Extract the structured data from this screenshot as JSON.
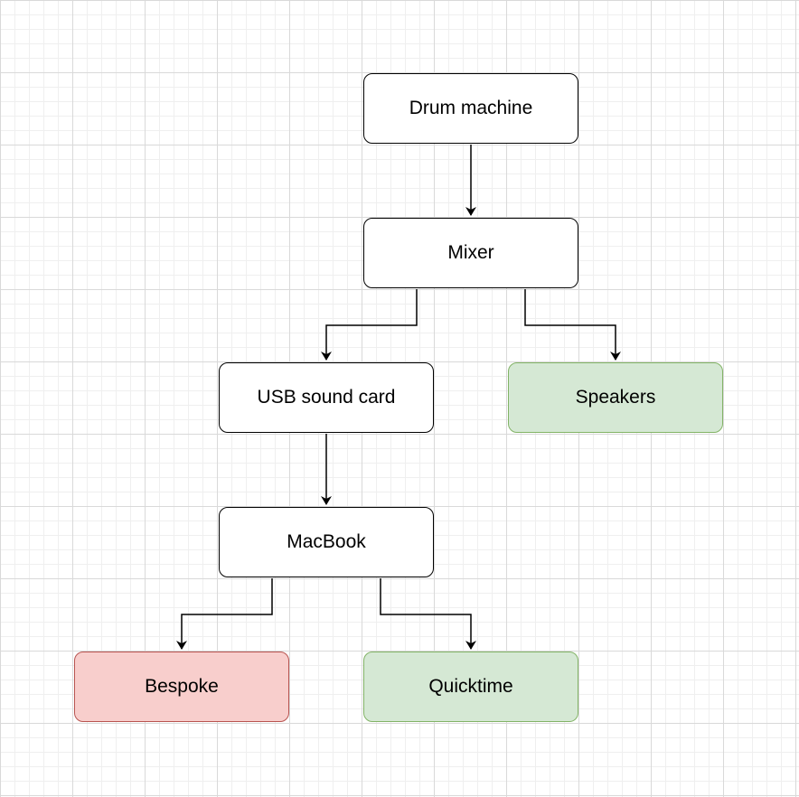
{
  "nodes": {
    "drum_machine": {
      "label": "Drum machine"
    },
    "mixer": {
      "label": "Mixer"
    },
    "usb_sound_card": {
      "label": "USB sound card"
    },
    "speakers": {
      "label": "Speakers"
    },
    "macbook": {
      "label": "MacBook"
    },
    "bespoke": {
      "label": "Bespoke"
    },
    "quicktime": {
      "label": "Quicktime"
    }
  },
  "edges": [
    {
      "from": "drum_machine",
      "to": "mixer"
    },
    {
      "from": "mixer",
      "to": "usb_sound_card"
    },
    {
      "from": "mixer",
      "to": "speakers"
    },
    {
      "from": "usb_sound_card",
      "to": "macbook"
    },
    {
      "from": "macbook",
      "to": "bespoke"
    },
    {
      "from": "macbook",
      "to": "quicktime"
    }
  ],
  "colors": {
    "default_fill": "#ffffff",
    "default_stroke": "#000000",
    "green_fill": "#d5e8d4",
    "green_stroke": "#82b366",
    "red_fill": "#f8cecc",
    "red_stroke": "#b85450"
  }
}
